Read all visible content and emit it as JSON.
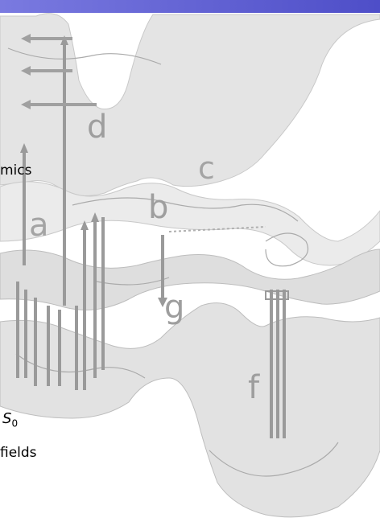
{
  "diagram": {
    "letters": {
      "a": "a",
      "b": "b",
      "c": "c",
      "d": "d",
      "f": "f",
      "g": "g"
    },
    "side_labels": {
      "dynamics": "mics",
      "ground_state_symbol": "S",
      "ground_state_subscript": "0",
      "fields": "fields"
    }
  },
  "colors": {
    "header_bar": "#5a5ad6",
    "surface_fill": "#e4e4e4",
    "surface_edge": "#bdbdbd",
    "arrow": "#9a9a9a",
    "letter": "#9e9e9e"
  }
}
